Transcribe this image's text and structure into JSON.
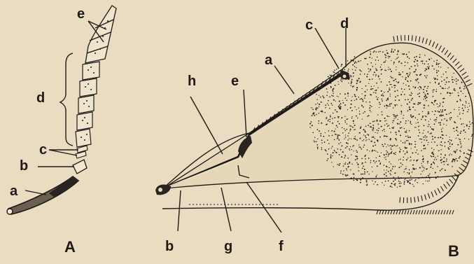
{
  "panels": {
    "antenna": {
      "panel_label": "A",
      "labels": {
        "a": "a",
        "b": "b",
        "c": "c",
        "d": "d",
        "e": "e"
      }
    },
    "wing": {
      "panel_label": "B",
      "labels": {
        "a": "a",
        "b": "b",
        "c": "c",
        "d": "d",
        "e": "e",
        "f": "f",
        "g": "g",
        "h": "h"
      }
    }
  },
  "colors": {
    "paper": "#e9dcc0",
    "ink": "#1d1a16"
  }
}
